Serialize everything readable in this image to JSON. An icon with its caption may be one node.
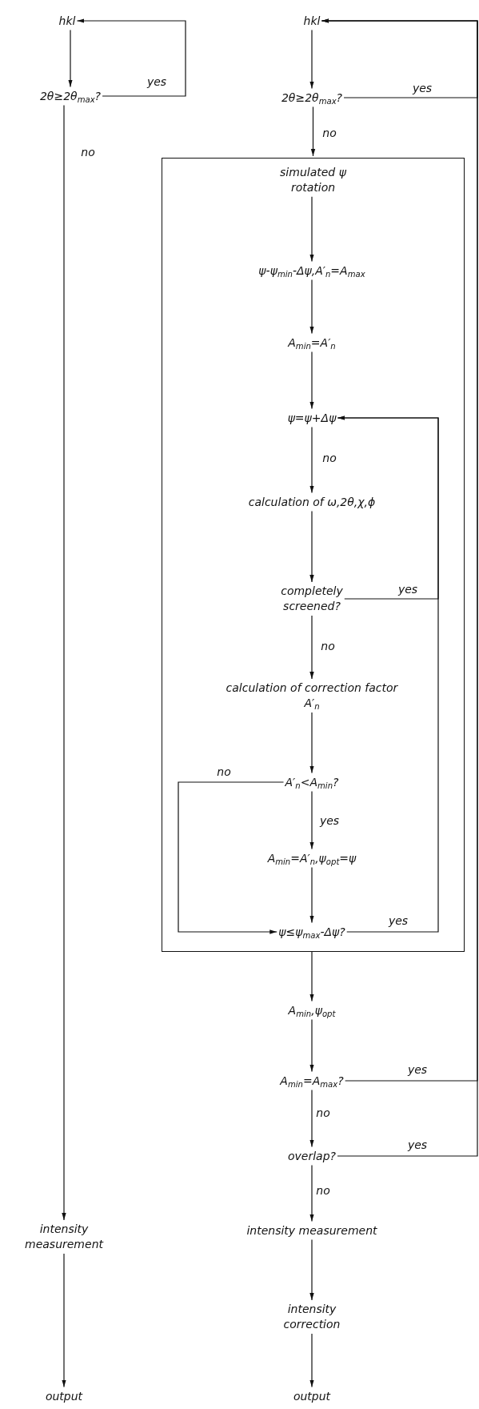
{
  "diagram": {
    "nodes": [
      {
        "text": [
          "hkl"
        ]
      },
      {
        "text": [
          "2θ≥2θ$_{max}$?"
        ]
      },
      {
        "text": [
          "intensity measurement"
        ]
      },
      {
        "text": [
          "output"
        ]
      },
      {
        "text": [
          "hkl"
        ]
      },
      {
        "text": [
          "2θ≥2θ$_{max}$?"
        ]
      },
      {
        "text": [
          "simulated ψ rotation"
        ]
      },
      {
        "text": [
          "ψ-ψ$_{min}$-Δψ,A′$_{n}$=A$_{max}$"
        ],
        "in": 6
      },
      {
        "text": [
          "A$_{min}$=A′$_{n}$"
        ],
        "in": 6
      },
      {
        "text": [
          "ψ=ψ+Δψ"
        ],
        "in": 6
      },
      {
        "text": [
          "calculation of ω,2θ,χ,ϕ"
        ],
        "in": 6
      },
      {
        "text": [
          "completely screened?"
        ],
        "in": 6
      },
      {
        "text": [
          "calculation of correction factor A′$_{n}$"
        ],
        "in": 6
      },
      {
        "text": [
          "A′$_{n}$<A$_{min}$?"
        ],
        "in": 6
      },
      {
        "text": [
          "A$_{min}$=A′$_{n}$,ψ$_{opt}$=ψ"
        ],
        "in": 6
      },
      {
        "text": [
          "ψ≤ψ$_{max}$-Δψ?"
        ],
        "in": 6
      },
      {
        "text": [
          "A$_{min}$,ψ$_{opt}$"
        ]
      },
      {
        "text": [
          "A$_{min}$=A$_{max}$?"
        ]
      },
      {
        "text": [
          "overlap?"
        ]
      },
      {
        "text": [
          "intensity measurement"
        ]
      },
      {
        "text": [
          "intensity correction"
        ]
      },
      {
        "text": [
          "output"
        ]
      }
    ],
    "edges": [
      {
        "from": 0,
        "to": 1,
        "arrow": "to"
      },
      {
        "from": 1,
        "to": 0,
        "arrow": "to",
        "label": "yes"
      },
      {
        "from": 1,
        "to": 2,
        "arrow": "to",
        "label": "no"
      },
      {
        "from": 2,
        "to": 3,
        "arrow": "to"
      },
      {
        "from": 4,
        "to": 5,
        "arrow": "to"
      },
      {
        "from": 5,
        "to": 4,
        "arrow": "to",
        "label": "yes"
      },
      {
        "from": 5,
        "to": 6,
        "arrow": "to",
        "label": "no"
      },
      {
        "from": 6,
        "to": 7,
        "arrow": "to"
      },
      {
        "from": 7,
        "to": 8,
        "arrow": "to"
      },
      {
        "from": 8,
        "to": 9,
        "arrow": "to"
      },
      {
        "from": 9,
        "to": 10,
        "arrow": "to",
        "label": "no"
      },
      {
        "from": 10,
        "to": 11,
        "arrow": "to"
      },
      {
        "from": 11,
        "to": 9,
        "arrow": "to",
        "label": "yes"
      },
      {
        "from": 11,
        "to": 12,
        "arrow": "to",
        "label": "no"
      },
      {
        "from": 12,
        "to": 13,
        "arrow": "to"
      },
      {
        "from": 13,
        "to": 15,
        "arrow": "to",
        "label": "no"
      },
      {
        "from": 13,
        "to": 14,
        "arrow": "to",
        "label": "yes"
      },
      {
        "from": 14,
        "to": 15,
        "arrow": "to"
      },
      {
        "from": 15,
        "to": 9,
        "arrow": "to",
        "label": "yes"
      },
      {
        "from": 6,
        "to": 16,
        "arrow": "to"
      },
      {
        "from": 16,
        "to": 17,
        "arrow": "to"
      },
      {
        "from": 17,
        "to": 4,
        "arrow": "to",
        "label": "yes"
      },
      {
        "from": 17,
        "to": 18,
        "arrow": "to",
        "label": "no"
      },
      {
        "from": 18,
        "to": 4,
        "arrow": "to",
        "label": "yes"
      },
      {
        "from": 18,
        "to": 19,
        "arrow": "to",
        "label": "no"
      },
      {
        "from": 19,
        "to": 20,
        "arrow": "to"
      },
      {
        "from": 20,
        "to": 21,
        "arrow": "to"
      }
    ]
  }
}
